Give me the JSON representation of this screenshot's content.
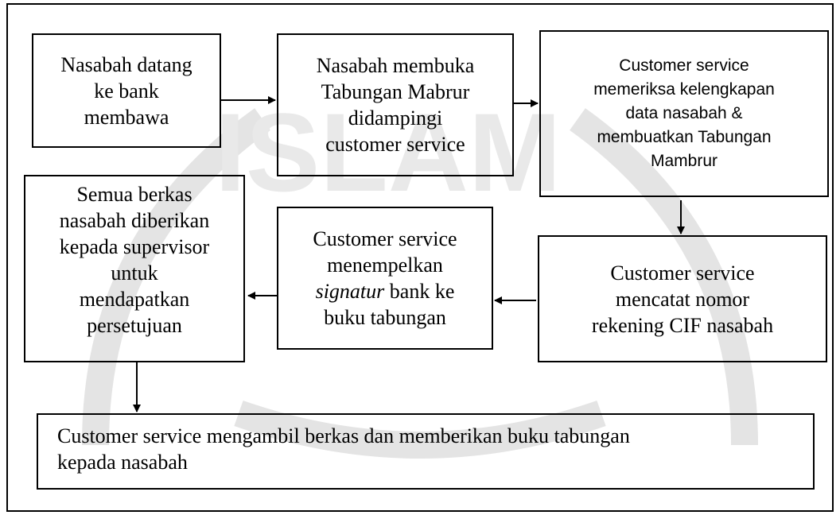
{
  "watermark": {
    "text": "ISLAM",
    "color": "#e6e6e6"
  },
  "steps": {
    "s1": "Nasabah datang\nke bank\nmembawa",
    "s2": "Nasabah membuka\nTabungan Mabrur\ndidampingi\ncustomer service",
    "s3": "Customer service\nmemeriksa kelengkapan\ndata nasabah &\nmembuatkan Tabungan\nMambrur",
    "s4": "Customer service\nmencatat nomor\nrekening CIF nasabah",
    "s5_line1": "Customer service",
    "s5_line2": "menempelkan",
    "s5_italic": "signatur",
    "s5_after_italic": " bank ke",
    "s5_line4": "buku tabungan",
    "s6": "Semua berkas\nnasabah diberikan\nkepada supervisor\nuntuk\nmendapatkan\npersetujuan",
    "s7": "Customer service mengambil berkas dan memberikan buku tabungan\nkepada nasabah"
  }
}
